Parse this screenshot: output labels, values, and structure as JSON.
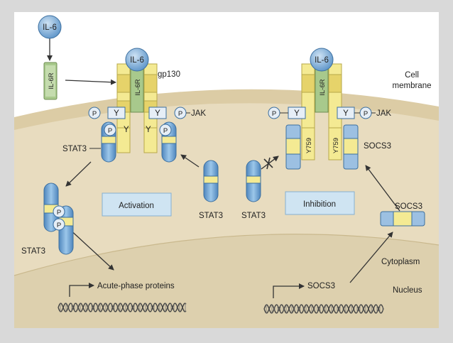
{
  "labels": {
    "il6": "IL-6",
    "il6r": "IL-6R",
    "gp130": "gp130",
    "cell_membrane_1": "Cell",
    "cell_membrane_2": "membrane",
    "p": "P",
    "y": "Y",
    "jak": "JAK",
    "stat3": "STAT3",
    "activation": "Activation",
    "inhibition": "Inhibition",
    "y759": "Y759",
    "socs3": "SOCS3",
    "cytoplasm": "Cytoplasm",
    "nucleus": "Nucleus",
    "acute_phase": "Acute-phase proteins"
  },
  "colors": {
    "background": "#d9d9d9",
    "frame": "#ffffff",
    "membrane": "#dccca5",
    "cytoplasm": "#e8dcbf",
    "nucleus": "#e0d4b4",
    "receptor_yellow": "#f4ea93",
    "receptor_dark": "#cdbb4f",
    "receptor_green": "#a8c98c",
    "blue": "#6fa7d6",
    "blue_dark": "#3c6f9f",
    "box_fill": "#cfe4f2",
    "box_stroke": "#86b0d1",
    "phospho": "#e6eef6"
  }
}
